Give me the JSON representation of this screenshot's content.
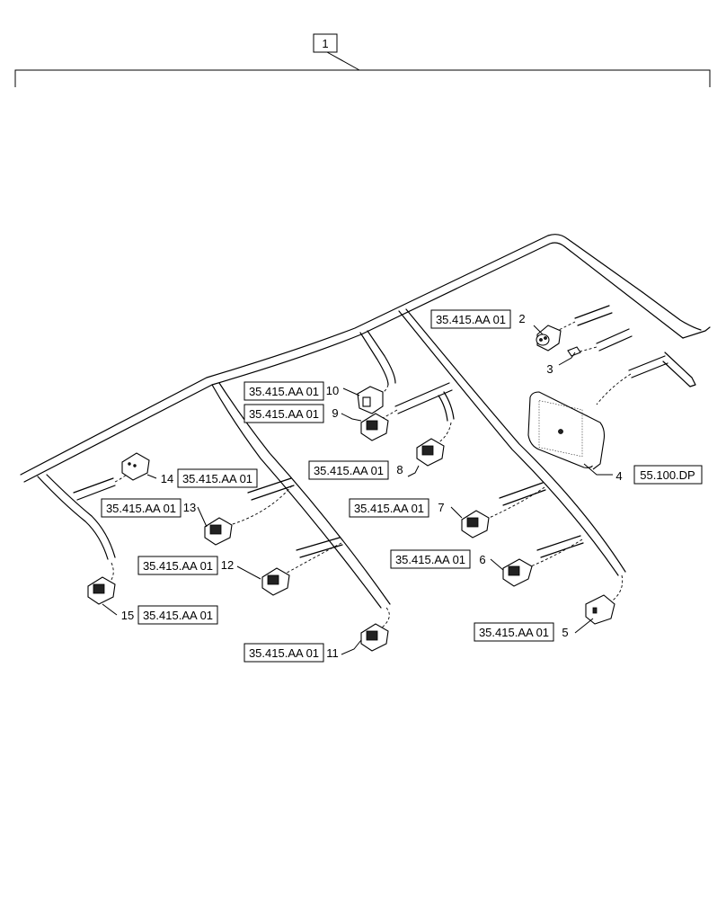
{
  "assembly": {
    "item": "1"
  },
  "callouts": [
    {
      "id": "c2",
      "item": "2",
      "ref": "35.415.AA 01"
    },
    {
      "id": "c3",
      "item": "3",
      "ref": ""
    },
    {
      "id": "c4",
      "item": "4",
      "ref": "55.100.DP"
    },
    {
      "id": "c5",
      "item": "5",
      "ref": "35.415.AA 01"
    },
    {
      "id": "c6",
      "item": "6",
      "ref": "35.415.AA 01"
    },
    {
      "id": "c7",
      "item": "7",
      "ref": "35.415.AA 01"
    },
    {
      "id": "c8",
      "item": "8",
      "ref": "35.415.AA 01"
    },
    {
      "id": "c9",
      "item": "9",
      "ref": "35.415.AA 01"
    },
    {
      "id": "c10",
      "item": "10",
      "ref": "35.415.AA 01"
    },
    {
      "id": "c11",
      "item": "11",
      "ref": "35.415.AA 01"
    },
    {
      "id": "c12",
      "item": "12",
      "ref": "35.415.AA 01"
    },
    {
      "id": "c13",
      "item": "13",
      "ref": "35.415.AA 01"
    },
    {
      "id": "c14",
      "item": "14",
      "ref": "35.415.AA 01"
    },
    {
      "id": "c15",
      "item": "15",
      "ref": "35.415.AA 01"
    }
  ]
}
